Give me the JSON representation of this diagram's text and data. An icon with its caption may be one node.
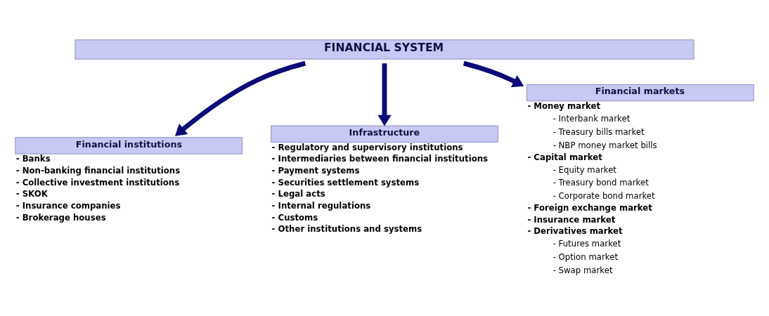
{
  "diagram": {
    "nodes": [
      {
        "text": [
          "FINANCIAL SYSTEM"
        ]
      },
      {
        "text": [
          "Financial institutions"
        ],
        "beside": [
          "- Banks",
          "- Non-banking financial institutions",
          "- Collective investment institutions",
          "- SKOK",
          "- Insurance companies",
          "- Brokerage houses"
        ]
      },
      {
        "text": [
          "Infrastructure"
        ],
        "beside": [
          "- Regulatory and supervisory institutions",
          "- Intermediaries between financial institutions",
          "- Payment systems",
          "- Securities settlement systems",
          "- Legal acts",
          "- Internal regulations",
          "- Customs",
          "- Other institutions and systems"
        ]
      },
      {
        "text": [
          "Financial markets"
        ],
        "beside": [
          "- Money market",
          "- Interbank market",
          "- Treasury bills market",
          "- NBP money market bills",
          "- Capital market",
          "- Equity market",
          "- Treasury bond market",
          "- Corporate bond market",
          "- Foreign exchange market",
          "- Insurance market",
          "- Derivatives market",
          "- Futures market",
          "- Option market",
          "- Swap market"
        ]
      }
    ],
    "edges": [
      {
        "from": 0,
        "to": 1,
        "arrow": "to"
      },
      {
        "from": 0,
        "to": 2,
        "arrow": "to"
      },
      {
        "from": 0,
        "to": 3,
        "arrow": "to"
      }
    ]
  }
}
